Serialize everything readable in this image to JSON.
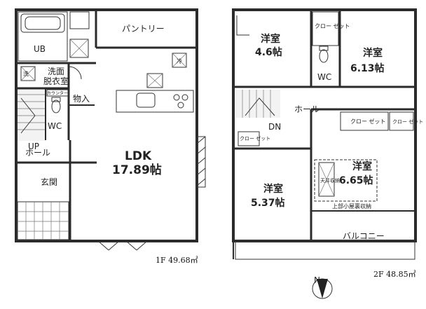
{
  "floor1": {
    "area_label": "1F 49.68㎡",
    "rooms": {
      "ub": "UB",
      "pantry": "パントリー",
      "washroom_l1": "洗面",
      "washroom_l2": "脱衣室",
      "wash_mark": "洗",
      "wc": "WC",
      "storage": "物入",
      "counter": "カウンター",
      "up": "UP",
      "hall": "ホール",
      "entrance": "玄関",
      "ldk_name": "LDK",
      "ldk_size": "17.89帖",
      "fridge": "冷",
      "washer": "洗"
    }
  },
  "floor2": {
    "area_label": "2F 48.85㎡",
    "rooms": {
      "r1_name": "洋室",
      "r1_size": "4.6帖",
      "r2_name": "洋室",
      "r2_size": "6.13帖",
      "r3_name": "洋室",
      "r3_size": "5.37帖",
      "r4_name": "洋室",
      "r4_size": "6.65帖",
      "wc": "WC",
      "hall": "ホール",
      "dn": "DN",
      "closet": "クロー\nゼット",
      "balcony": "バルコニー",
      "attic": "上部小屋裏収納",
      "ceiling_storage": "天井収納"
    }
  },
  "compass_label": "N"
}
